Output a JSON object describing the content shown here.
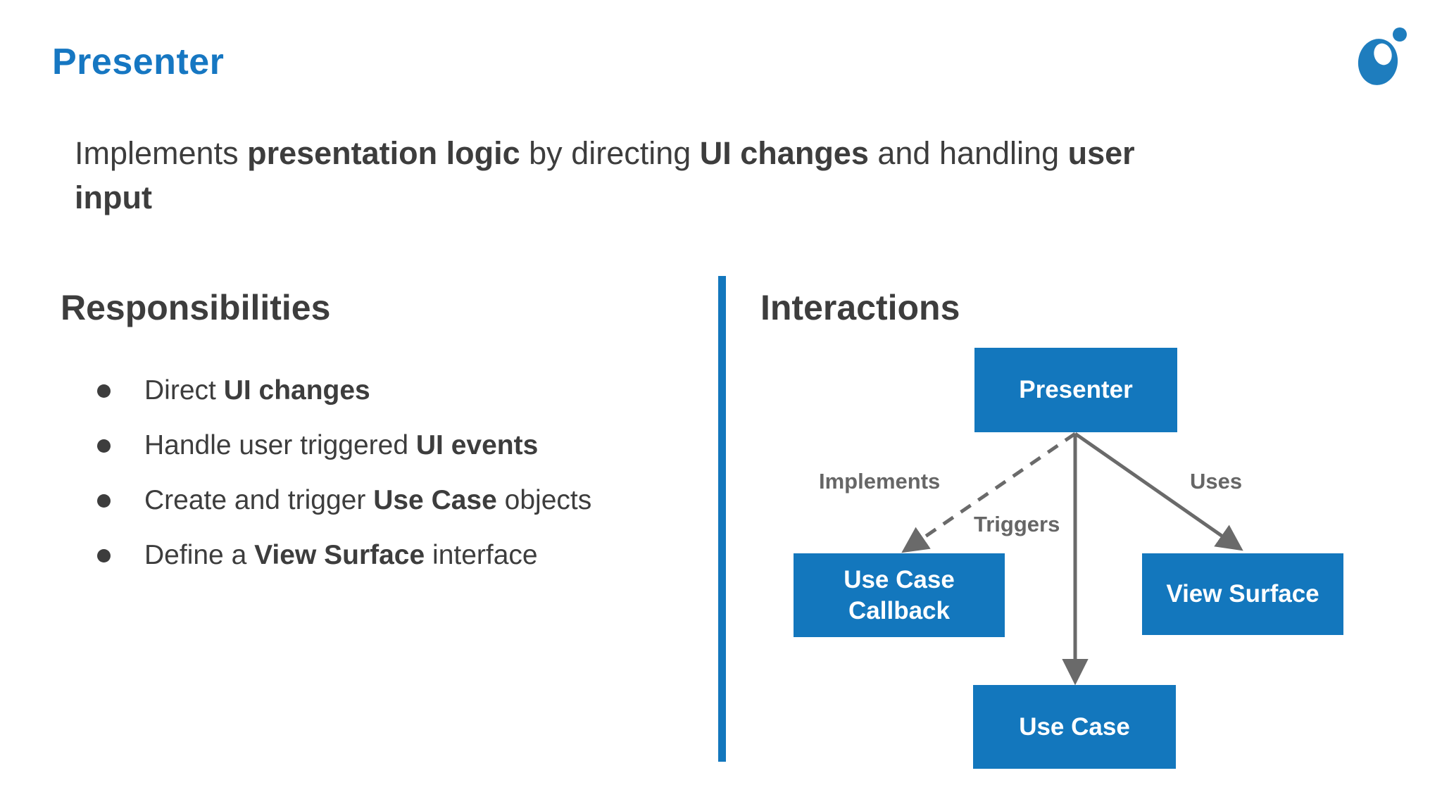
{
  "slide": {
    "title": "Presenter",
    "intro": {
      "segments": [
        {
          "text": "Implements "
        },
        {
          "text": "presentation logic",
          "bold": true
        },
        {
          "text": " by directing "
        },
        {
          "text": "UI changes",
          "bold": true
        },
        {
          "text": " and handling "
        },
        {
          "text": "user",
          "bold": true
        },
        {
          "text": "input",
          "bold": true
        }
      ]
    },
    "responsibilities": {
      "heading": "Responsibilities",
      "items": [
        {
          "segments": [
            {
              "text": "Direct "
            },
            {
              "text": "UI changes",
              "bold": true
            }
          ]
        },
        {
          "segments": [
            {
              "text": "Handle user triggered "
            },
            {
              "text": "UI events",
              "bold": true
            }
          ]
        },
        {
          "segments": [
            {
              "text": "Create and trigger "
            },
            {
              "text": "Use Case",
              "bold": true
            },
            {
              "text": " objects"
            }
          ]
        },
        {
          "segments": [
            {
              "text": "Define a "
            },
            {
              "text": "View Surface",
              "bold": true
            },
            {
              "text": " interface"
            }
          ]
        }
      ]
    },
    "interactions": {
      "heading": "Interactions",
      "nodes": {
        "presenter": {
          "label": "Presenter"
        },
        "use_case_callback": {
          "label": "Use Case Callback"
        },
        "view_surface": {
          "label": "View Surface"
        },
        "use_case": {
          "label": "Use Case"
        }
      },
      "edges": {
        "implements": {
          "label": "Implements",
          "style": "dashed",
          "from": "presenter",
          "to": "use_case_callback"
        },
        "triggers": {
          "label": "Triggers",
          "style": "solid",
          "from": "presenter",
          "to": "use_case"
        },
        "uses": {
          "label": "Uses",
          "style": "solid",
          "from": "presenter",
          "to": "view_surface"
        }
      }
    },
    "colors": {
      "accent_blue": "#1377BD",
      "title_blue": "#1677C2",
      "text_dark": "#3D3D3D",
      "arrow_gray": "#6A6A6A",
      "label_gray": "#666666",
      "node_text": "#FFFFFF",
      "background": "#FFFFFF"
    }
  }
}
